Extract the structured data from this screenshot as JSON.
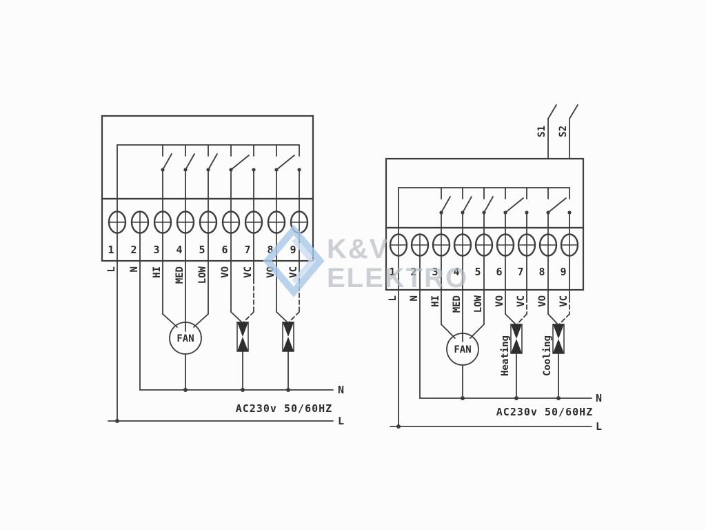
{
  "colors": {
    "line": "#3d3d3d",
    "background": "#fcfcfc",
    "watermark_text": "#b5bac1",
    "watermark_blue": "#a9c9e9"
  },
  "watermark": {
    "line1": "K&V",
    "line2": "ELEKTRO"
  },
  "left_diagram": {
    "terminal_numbers": [
      "1",
      "2",
      "3",
      "4",
      "5",
      "6",
      "7",
      "8",
      "9"
    ],
    "wire_labels": [
      "L",
      "N",
      "HI",
      "MED",
      "LOW",
      "VO",
      "VC",
      "VO",
      "VC"
    ],
    "fan_label": "FAN",
    "power_label": "AC230v 50/60HZ",
    "neutral_label": "N",
    "line_label": "L"
  },
  "right_diagram": {
    "terminal_numbers": [
      "1",
      "2",
      "3",
      "4",
      "5",
      "6",
      "7",
      "8",
      "9"
    ],
    "wire_labels": [
      "L",
      "N",
      "HI",
      "MED",
      "LOW",
      "VO",
      "VC",
      "VO",
      "VC"
    ],
    "sensor_labels": [
      "S1",
      "S2"
    ],
    "valve_labels": [
      "Heating",
      "Cooling"
    ],
    "fan_label": "FAN",
    "power_label": "AC230v 50/60HZ",
    "neutral_label": "N",
    "line_label": "L"
  }
}
